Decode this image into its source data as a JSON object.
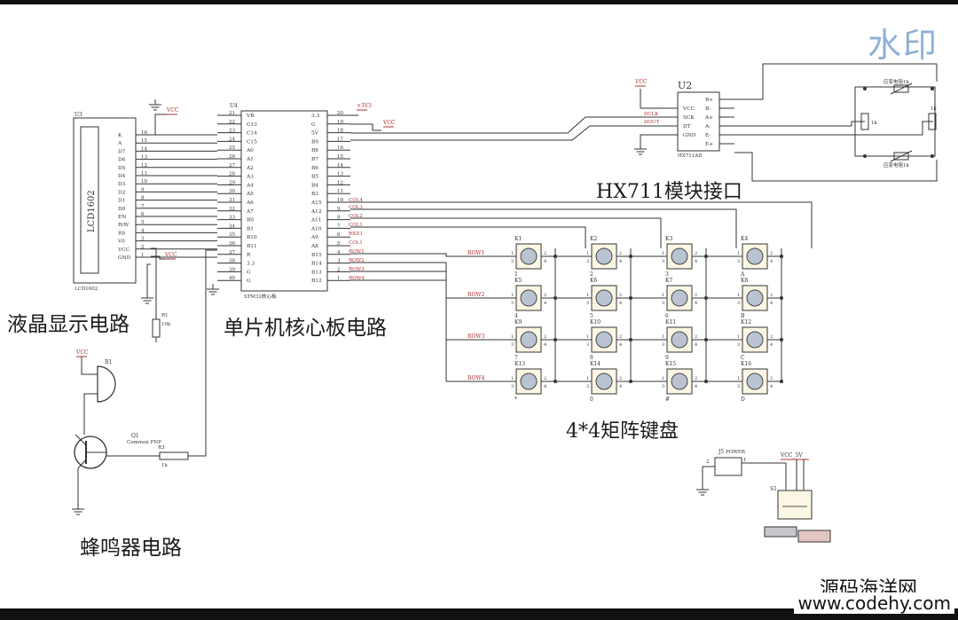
{
  "watermarks": {
    "top_right": "水印",
    "bottom_right_1": "源码海洋网",
    "bottom_right_2": "www.codehy.com"
  },
  "section_titles": {
    "lcd": "液晶显示电路",
    "mcu": "单片机核心板电路",
    "hx711": "HX711模块接口",
    "keypad": "4*4矩阵键盘",
    "buzzer": "蜂鸣器电路"
  },
  "lcd": {
    "ref": "U3",
    "part": "LCD1602",
    "bottom_label": "LCD1602",
    "pins": [
      "K",
      "A",
      "D7",
      "D6",
      "D5",
      "D4",
      "D3",
      "D2",
      "D1",
      "D0",
      "EN",
      "R/W",
      "RS",
      "V0",
      "VCC",
      "GND"
    ],
    "pin_numbers": [
      "16",
      "15",
      "14",
      "13",
      "12",
      "11",
      "10",
      "9",
      "8",
      "7",
      "6",
      "5",
      "4",
      "3",
      "2",
      "1"
    ],
    "vcc_labels": [
      "VCC",
      "VCC"
    ],
    "resistor_ref": "R1",
    "resistor_value": "10k"
  },
  "mcu": {
    "ref": "U4",
    "part": "STM32核心板",
    "left_pins": [
      "VB",
      "C13",
      "C14",
      "C15",
      "A0",
      "A1",
      "A2",
      "A3",
      "A4",
      "A5",
      "A6",
      "A7",
      "B0",
      "B1",
      "B10",
      "B11",
      "R",
      "3.3",
      "G",
      "G"
    ],
    "left_numbers": [
      "21",
      "22",
      "23",
      "24",
      "25",
      "26",
      "27",
      "28",
      "29",
      "30",
      "31",
      "32",
      "33",
      "34",
      "35",
      "36",
      "37",
      "38",
      "39",
      "40"
    ],
    "right_pins": [
      "3.3",
      "G",
      "5V",
      "B9",
      "B8",
      "B7",
      "B6",
      "B5",
      "B4",
      "B3",
      "A15",
      "A12",
      "A11",
      "A10",
      "A9",
      "A8",
      "B15",
      "B14",
      "B13",
      "B12"
    ],
    "right_numbers": [
      "20",
      "19",
      "18",
      "17",
      "16",
      "15",
      "14",
      "13",
      "12",
      "11",
      "10",
      "9",
      "8",
      "7",
      "6",
      "5",
      "4",
      "3",
      "2",
      "1"
    ],
    "net_labels": [
      "COL4",
      "COL3",
      "COL2",
      "COL1",
      "RXD1",
      "COL1",
      "ROW1",
      "ROW2",
      "ROW3",
      "ROW4"
    ],
    "supply_labels": [
      "+3V3",
      "VCC"
    ]
  },
  "hx711": {
    "ref": "U2",
    "part": "HX711AD",
    "vcc": "VCC",
    "left_pins": [
      "VCC",
      "SCK",
      "DT",
      "GND"
    ],
    "right_pins": [
      "B+",
      "B-",
      "A+",
      "A-",
      "E-",
      "E+"
    ],
    "net_labels": [
      "DCLK",
      "DOUT"
    ],
    "strain_gauge": "应变电阻1k",
    "resistor": "1k"
  },
  "keypad": {
    "keys": [
      "K1",
      "K2",
      "K3",
      "K4",
      "K5",
      "K6",
      "K7",
      "K8",
      "K9",
      "K10",
      "K11",
      "K12",
      "K13",
      "K14",
      "K15",
      "K16"
    ],
    "bottom_labels": [
      "1",
      "2",
      "3",
      "A",
      "4",
      "5",
      "6",
      "B",
      "7",
      "8",
      "9",
      "C",
      "*",
      "0",
      "#",
      "D"
    ],
    "rows": [
      "ROW1",
      "ROW2",
      "ROW3",
      "ROW4"
    ]
  },
  "buzzer": {
    "vcc": "VCC",
    "ref": "B1",
    "transistor_ref": "Q1",
    "transistor_part": "Common PNP",
    "resistor_ref": "R3",
    "resistor_value": "1k"
  },
  "power": {
    "jack_ref": "J5",
    "jack_label": "POWER",
    "vcc_label": "VCC_5V",
    "switch_ref": "S1",
    "pin_labels": [
      "1",
      "2"
    ]
  }
}
